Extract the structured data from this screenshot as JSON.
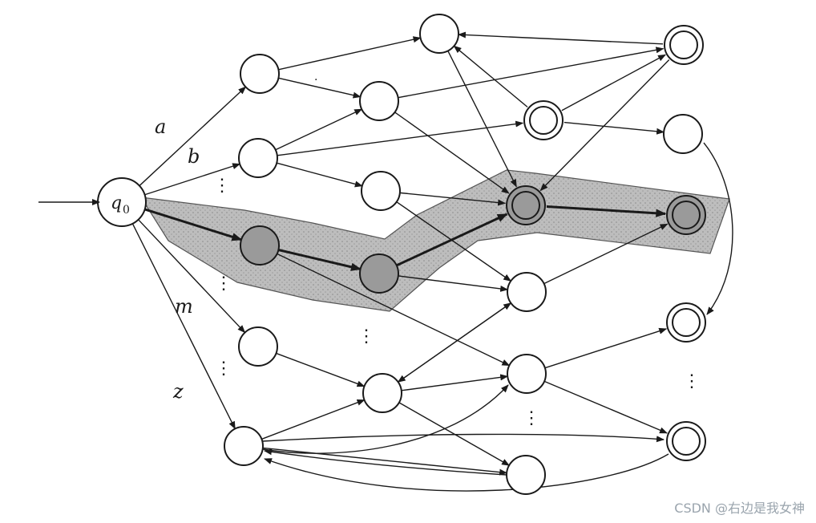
{
  "start_state": {
    "symbol": "q",
    "subscript": "0"
  },
  "transition_labels": [
    "a",
    "b",
    "m",
    "z"
  ],
  "watermark": "CSDN @右边是我女神",
  "highlight_color": "#9a9a9a"
}
